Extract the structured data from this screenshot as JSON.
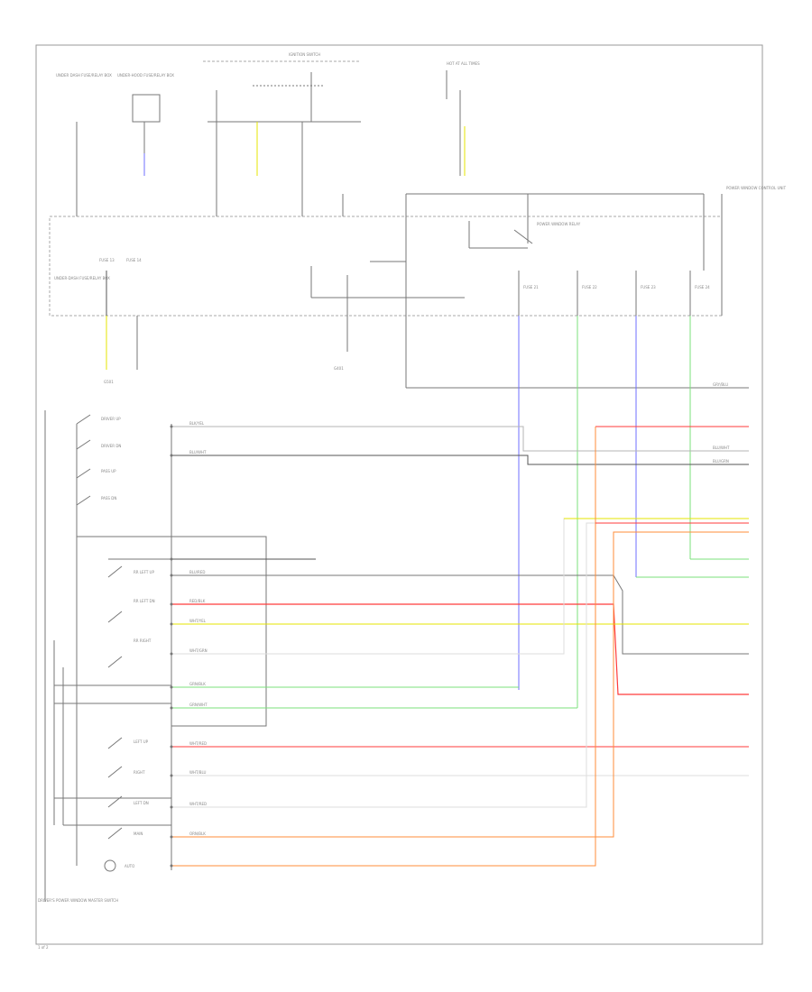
{
  "colors": {
    "wire_black": "#555555",
    "wire_gray": "#b5b5b5",
    "wire_red": "#ff3b3b",
    "wire_orange": "#ff8c3a",
    "wire_green": "#7be07b",
    "wire_blue": "#6f6fff",
    "wire_yellow": "#e6e600",
    "wire_light": "#dddddd",
    "border": "#999999"
  },
  "labels": {
    "ignition_switch": "IGNITION SWITCH",
    "hot_at_all_times": "HOT AT ALL TIMES",
    "fuse_box_left_a": "UNDER DASH FUSE/RELAY BOX",
    "fuse_box_left_b": "UNDER-HOOD FUSE/RELAY BOX",
    "fuse_relay_box": "UNDER-DASH FUSE/RELAY BOX",
    "power_window_relay": "POWER WINDOW RELAY",
    "window_control_unit": "POWER WINDOW CONTROL UNIT",
    "driver_window_switch": "DRIVER'S POWER WINDOW MASTER SWITCH",
    "ground_center": "G401",
    "ground_left": "G501",
    "connector_left_1": "FUSE 13",
    "connector_left_2": "FUSE 14",
    "fuse_a": "FUSE 21",
    "fuse_b": "FUSE 22",
    "fuse_c": "FUSE 23",
    "fuse_d": "FUSE 24",
    "page_ref": "1 of 2"
  },
  "wire_labels": {
    "blk_1": "BLK/YEL",
    "blk_2": "BLU/WHT",
    "blk_3": "BLU/RED",
    "red_1": "RED/BLK",
    "yel_1": "WHT/YEL",
    "red_2": "WHT/RED",
    "gry_1": "WHT/GRN",
    "grn_1": "GRN/BLK",
    "grn_2": "GRN/WHT",
    "red_3": "WHT/RED",
    "gry_2": "WHT/BLU",
    "blk_4": "BLU/WHT",
    "blk_5": "BLU/GRN",
    "ora_1": "ORN/BLK",
    "top_right": "GRY/BLU"
  },
  "switch_labels": {
    "s1": "DRIVER UP",
    "s2": "DRIVER DN",
    "s3": "PASS UP",
    "s4": "PASS DN",
    "s5": "RR LEFT UP",
    "s6": "RR LEFT DN",
    "s7": "RR RIGHT",
    "s8": "LEFT UP",
    "s9": "RIGHT",
    "s10": "LEFT DN",
    "s11": "MAIN",
    "s12": "AUTO"
  }
}
